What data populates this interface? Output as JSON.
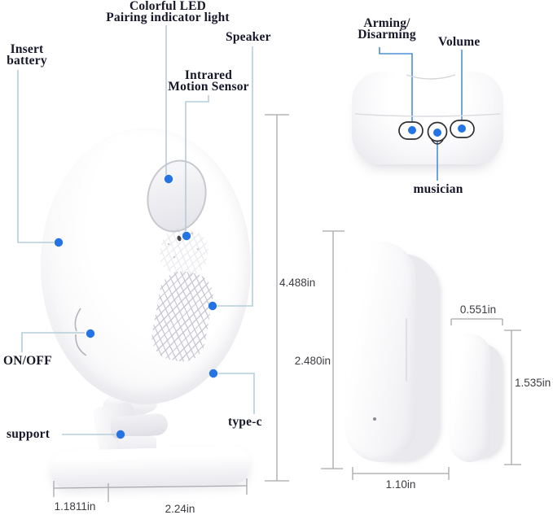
{
  "diagram": {
    "labels": {
      "colorful_led_line1": "Colorful LED",
      "colorful_led_line2": "Pairing indicator light",
      "speaker": "Speaker",
      "insert_battery_line1": "Insert",
      "insert_battery_line2": "battery",
      "motion_sensor_line1": "Intrared",
      "motion_sensor_line2": "Motion Sensor",
      "on_off": "ON/OFF",
      "support": "support",
      "type_c": "type-c",
      "arming_line1": "Arming/",
      "arming_line2": "Disarming",
      "volume": "Volume",
      "musician": "musician"
    },
    "dimensions": {
      "device_height": "4.488in",
      "base_front": "1.1811in",
      "base_side": "2.24in",
      "door_sensor_height": "2.480in",
      "door_sensor_width": "1.10in",
      "magnet_width": "0.551in",
      "magnet_height": "1.535in"
    },
    "colors": {
      "callout_dot": "#2474e4",
      "leader_light": "#b5cdda",
      "leader_blue": "#4a8fd9",
      "dimension_line": "#a8a8ac",
      "button_outline": "#2e2e33",
      "label_text": "#17172a",
      "dimension_text": "#3d3d42"
    }
  }
}
